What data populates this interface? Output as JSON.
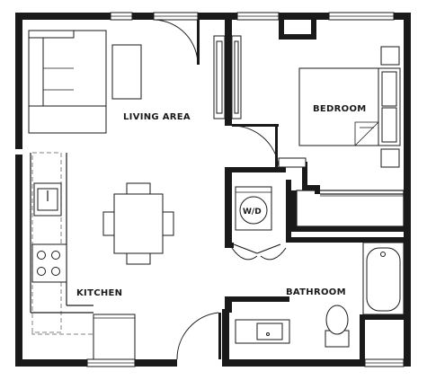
{
  "rooms": {
    "living_area": "LIVING AREA",
    "bedroom": "BEDROOM",
    "kitchen": "KITCHEN",
    "bathroom": "BATHROOM"
  },
  "fixtures": {
    "washer_dryer": "W/D"
  },
  "colors": {
    "wall": "#1a1a1a",
    "dashed_line": "#9a9a9a",
    "background": "#ffffff"
  }
}
